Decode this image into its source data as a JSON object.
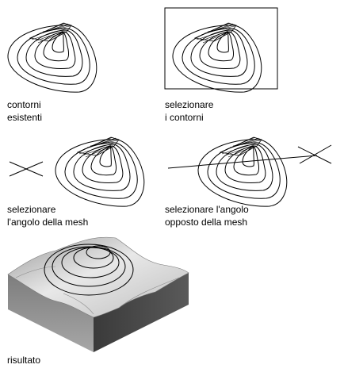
{
  "captions": {
    "existing": [
      "contorni",
      "esistenti"
    ],
    "select_contours": [
      "selezionare",
      "i contorni"
    ],
    "select_corner": [
      "selezionare",
      "l'angolo della mesh"
    ],
    "select_opposite": [
      "selezionare l'angolo",
      "opposto della mesh"
    ],
    "result": [
      "risultato"
    ]
  }
}
